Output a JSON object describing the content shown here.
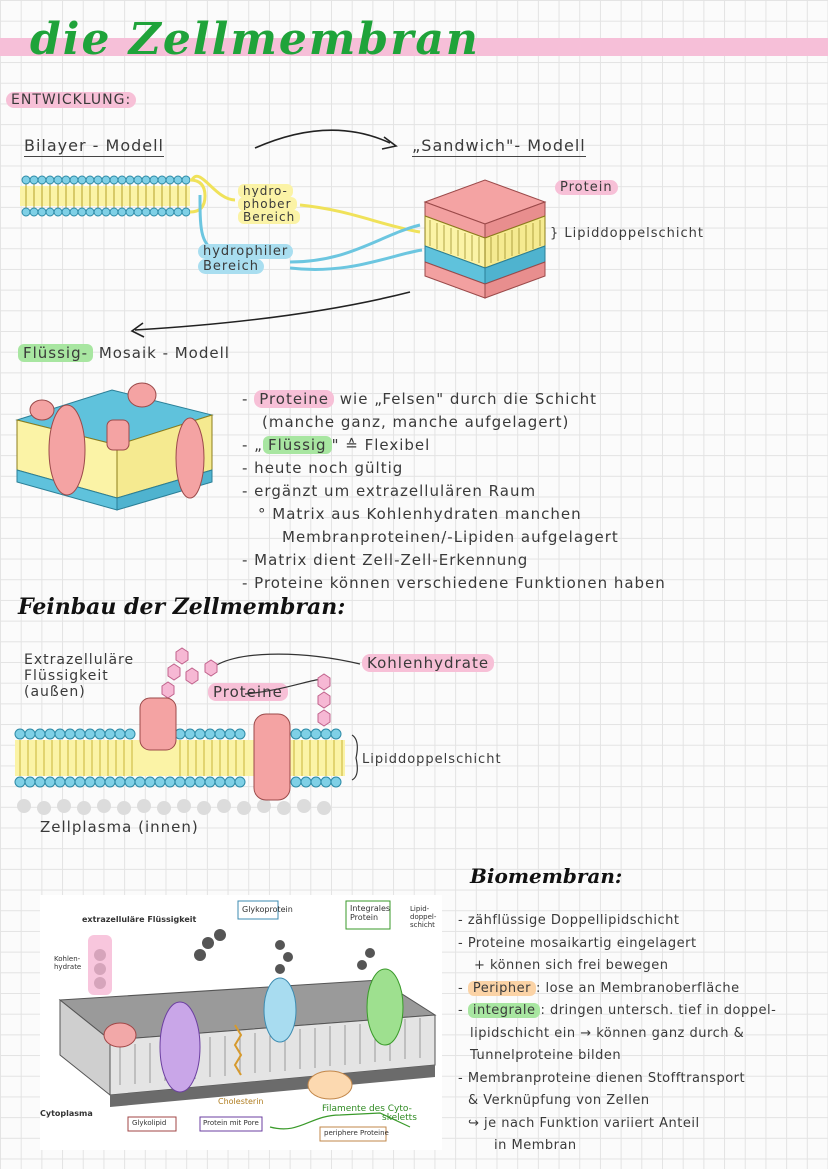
{
  "title": "die Zellmembran",
  "entwicklung": {
    "label": "ENTWICKLUNG:",
    "bilayer_label": "Bilayer - Modell",
    "sandwich_label": "„Sandwich\"- Modell",
    "hydrophob": [
      "hydro-",
      "phober",
      "Bereich"
    ],
    "hydrophil": [
      "hydrophiler",
      "Bereich"
    ],
    "protein": "Protein",
    "lipid": "Lipiddoppelschicht",
    "fluid_label_a": "Flüssig-",
    "fluid_label_b": " Mosaik - Modell",
    "bullets": {
      "b1_pre": "- ",
      "b1_hl": "Proteine",
      "b1_post": " wie „Felsen\" durch die Schicht",
      "b2": "(manche ganz, manche aufgelagert)",
      "b3_pre": "- „",
      "b3_hl": "Flüssig",
      "b3_post": "\" ≙ Flexibel",
      "b4": "- heute noch gültig",
      "b5": "- ergänzt um extrazellulären Raum",
      "b6": "° Matrix aus Kohlenhydraten manchen",
      "b7": "Membranproteinen/-Lipiden aufgelagert",
      "b8": "- Matrix dient Zell-Zell-Erkennung",
      "b9": "- Proteine können verschiedene Funktionen haben"
    }
  },
  "feinbau": {
    "heading": "Feinbau der Zellmembran:",
    "extra": [
      "Extrazelluläre",
      "Flüssigkeit",
      "(außen)"
    ],
    "kohlenhydrate": "Kohlenhydrate",
    "proteine": "Proteine",
    "lipid": "Lipiddoppelschicht",
    "zellplasma": "Zellplasma (innen)"
  },
  "figure": {
    "extra": "extrazelluläre Flüssigkeit",
    "glyko": "Glykoprotein",
    "integral": [
      "Integrales",
      "Protein"
    ],
    "lipid": [
      "Lipid-",
      "doppel-",
      "schicht"
    ],
    "kohlen": [
      "Kohlen-",
      "hydrate"
    ],
    "cyto": "Cytoplasma",
    "glykolipid": "Glykolipid",
    "pore": "Protein mit Pore",
    "chol": "Cholesterin",
    "filament": [
      "Filamente des Cyto-",
      "skeletts"
    ],
    "peripher": "periphere Proteine"
  },
  "biomembran": {
    "heading": "Biomembran:",
    "l1": "- zähflüssige Doppellipidschicht",
    "l2": "- Proteine mosaikartig eingelagert",
    "l3": "+ können sich frei bewegen",
    "l4_pre": "- ",
    "l4_hl": "Peripher",
    "l4_post": ": lose an Membranoberfläche",
    "l5_pre": "- ",
    "l5_hl": "integrale",
    "l5_post": ": dringen untersch. tief in doppel-",
    "l6": "lipidschicht ein → können ganz durch &",
    "l7": "Tunnelproteine bilden",
    "l8": "- Membranproteine dienen Stofftransport",
    "l9": "& Verknüpfung von Zellen",
    "l10": "↪ je nach Funktion variiert Anteil",
    "l11": "in Membran"
  },
  "colors": {
    "green_title": "#1fa33a",
    "pink": "#f7c0d7",
    "blue": "#a9def0",
    "yellow": "#fbf3a6",
    "protein_red": "#f4a3a3",
    "head_blue": "#5fc2dc"
  }
}
